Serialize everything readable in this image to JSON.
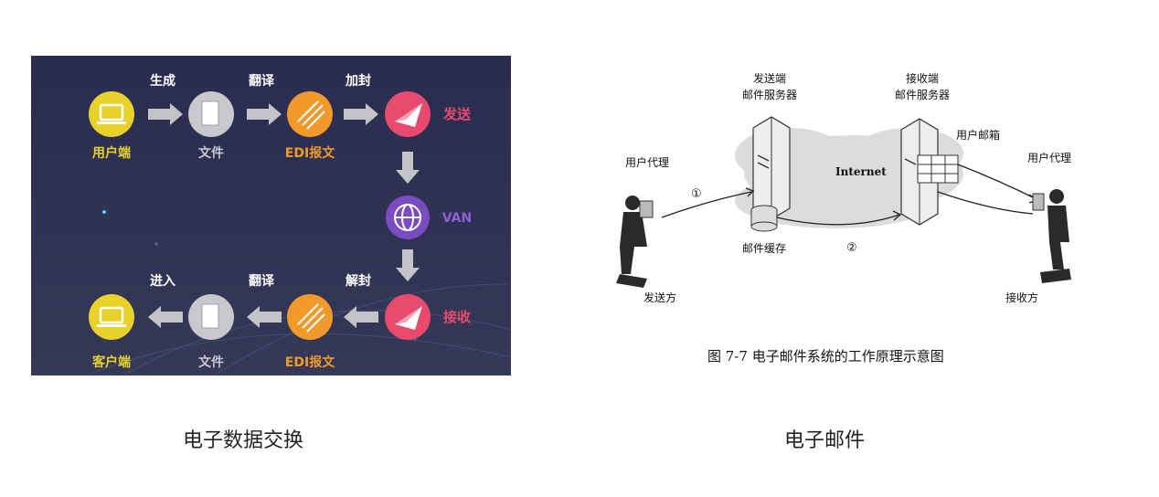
{
  "edi": {
    "steps_top": [
      "生成",
      "翻译",
      "加封"
    ],
    "steps_bottom": [
      "进入",
      "翻译",
      "解封"
    ],
    "nodes_top": [
      "用户端",
      "文件",
      "EDI报文",
      "发送"
    ],
    "nodes_bottom": [
      "客户端",
      "文件",
      "EDI报文",
      "接收"
    ],
    "van": "VAN",
    "colors": {
      "bg": "#2b2d4e",
      "yellow": "#e8d22a",
      "orange": "#f19a2b",
      "pink": "#e74a6c",
      "purple": "#7a4cc2",
      "gray": "#c7c9cc"
    }
  },
  "mail": {
    "sender_server": "发送端\n邮件服务器",
    "receiver_server": "接收端\n邮件服务器",
    "user_agent_left": "用户代理",
    "user_agent_right": "用户代理",
    "user_mailbox": "用户邮箱",
    "internet": "Internet",
    "mail_cache": "邮件缓存",
    "sender": "发送方",
    "receiver": "接收方",
    "step1": "①",
    "step2": "②",
    "figure_caption": "图 7-7   电子邮件系统的工作原理示意图"
  },
  "captions": {
    "left": "电子数据交换",
    "right": "电子邮件"
  }
}
